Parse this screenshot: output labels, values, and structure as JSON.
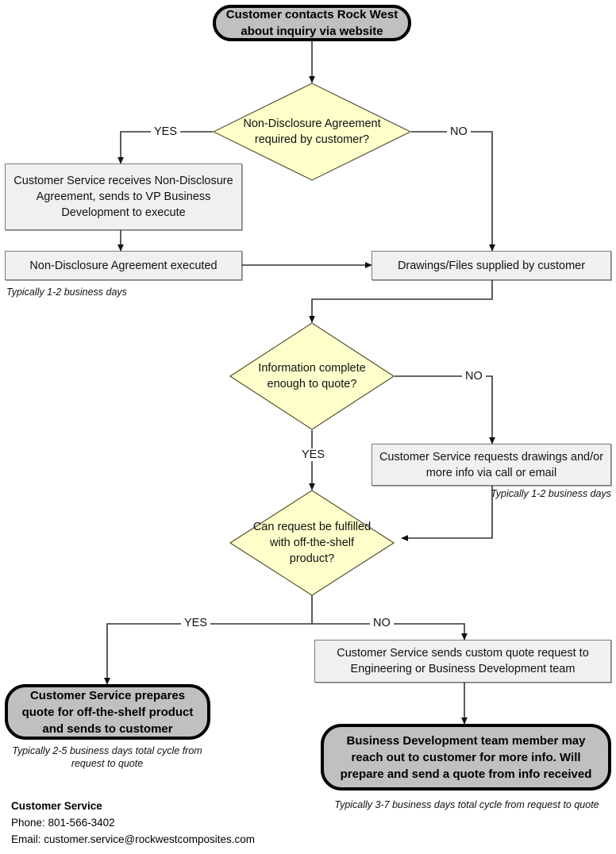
{
  "diagram": {
    "title": "Rock West Composites customer inquiry to quote process flowchart",
    "colors": {
      "process_fill": "#f0f0f0",
      "process_stroke": "#7a7a7a",
      "decision_fill": "#ffffcc",
      "decision_stroke": "#555533",
      "terminator_fill": "#c0c0c0",
      "terminator_stroke": "#000000",
      "connector": "#333333",
      "page_background": "#ffffff"
    }
  },
  "nodes": {
    "start": {
      "type": "terminator",
      "text": "Customer contacts Rock West about inquiry via website"
    },
    "nda_decision": {
      "type": "decision",
      "text": "Non-Disclosure Agreement required by customer?"
    },
    "cs_receives_nda": {
      "type": "process",
      "text": "Customer Service receives Non-Disclosure Agreement, sends to VP Business Development to execute"
    },
    "nda_executed": {
      "type": "process",
      "text": "Non-Disclosure Agreement executed"
    },
    "drawings_supplied": {
      "type": "process",
      "text": "Drawings/Files supplied by customer"
    },
    "info_complete_decision": {
      "type": "decision",
      "text": "Information complete enough to quote?"
    },
    "cs_requests_drawings": {
      "type": "process",
      "text": "Customer Service requests drawings and/or more info via call or email"
    },
    "off_the_shelf_decision": {
      "type": "decision",
      "text": "Can request be fulfilled with off-the-shelf product?"
    },
    "cs_prepares_quote": {
      "type": "terminator",
      "text": "Customer Service prepares quote for off-the-shelf product and sends to customer"
    },
    "cs_sends_custom_quote": {
      "type": "process",
      "text": "Customer Service sends custom quote request to Engineering or Business Development team"
    },
    "bizdev_reaches_out": {
      "type": "terminator",
      "text": "Business Development team member may reach out to customer for more info. Will prepare and send a quote from info received"
    }
  },
  "edge_labels": {
    "nda_yes": "YES",
    "nda_no": "NO",
    "info_no": "NO",
    "info_yes": "YES",
    "ots_yes": "YES",
    "ots_no": "NO"
  },
  "notes": {
    "nda_days": "Typically 1-2 business days",
    "requests_days": "Typically 1-2 business days",
    "ots_cycle": "Typically 2-5 business days total cycle from request to quote",
    "custom_cycle": "Typically 3-7 business days total cycle from request to quote"
  },
  "contact": {
    "title": "Customer Service",
    "phone": "Phone: 801-566-3402",
    "email": "Email: customer.service@rockwestcomposites.com"
  }
}
